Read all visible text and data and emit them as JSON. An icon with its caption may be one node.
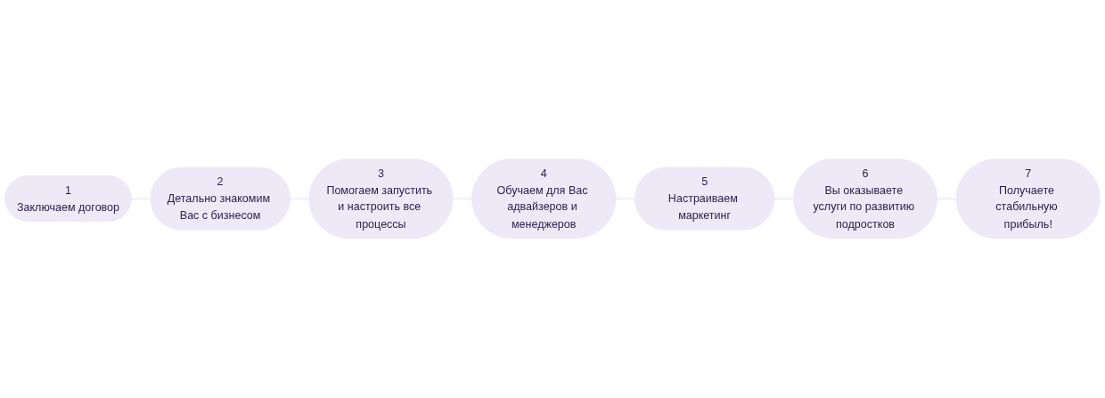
{
  "diagram": {
    "nodes": [
      {
        "text": [
          "1",
          "Заключаем договор"
        ]
      },
      {
        "text": [
          "2",
          "Детально знакомим Вас с бизнесом"
        ]
      },
      {
        "text": [
          "3",
          "Помогаем запустить и настроить все процессы"
        ]
      },
      {
        "text": [
          "4",
          "Обучаем для Вас адвайзеров и менеджеров"
        ]
      },
      {
        "text": [
          "5",
          "Настраиваем маркетинг"
        ]
      },
      {
        "text": [
          "6",
          "Вы оказываете услуги по развитию подростков"
        ]
      },
      {
        "text": [
          "7",
          "Получаете стабильную прибыль!"
        ]
      }
    ],
    "edges": [
      {
        "from": 0,
        "to": 1,
        "arrow": "none",
        "style": "dashed"
      },
      {
        "from": 1,
        "to": 2,
        "arrow": "none",
        "style": "dashed"
      },
      {
        "from": 2,
        "to": 3,
        "arrow": "none",
        "style": "dashed"
      },
      {
        "from": 3,
        "to": 4,
        "arrow": "none",
        "style": "dashed"
      },
      {
        "from": 4,
        "to": 5,
        "arrow": "none",
        "style": "dashed"
      },
      {
        "from": 5,
        "to": 6,
        "arrow": "none",
        "style": "dashed"
      }
    ]
  }
}
